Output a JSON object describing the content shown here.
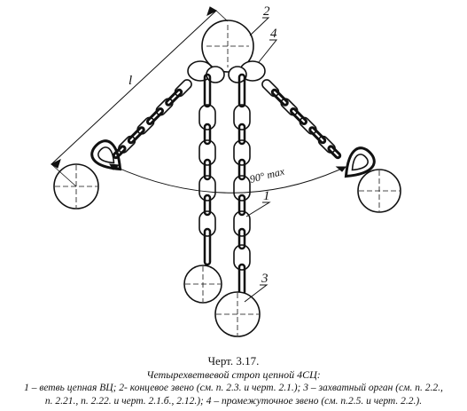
{
  "caption": {
    "title": "Черт. 3.17.",
    "subtitle": "Четырехветвевой строп цепной 4СЦ:",
    "legend_line1": "1 – ветвь цепная ВЦ; 2- концевое звено (см. п. 2.3. и черт. 2.1.); 3 – захватный орган (см. п. 2.2.,",
    "legend_line2": "п. 2.21., п. 2.22. и черт. 2.1.б., 2.12.); 4 – промежуточное звено (см. п.2.5. и черт. 2.2.)."
  },
  "labels": {
    "callout_1": "1",
    "callout_2": "2",
    "callout_3": "3",
    "callout_4": "4",
    "dimension_length": "l",
    "angle": "90° max"
  }
}
